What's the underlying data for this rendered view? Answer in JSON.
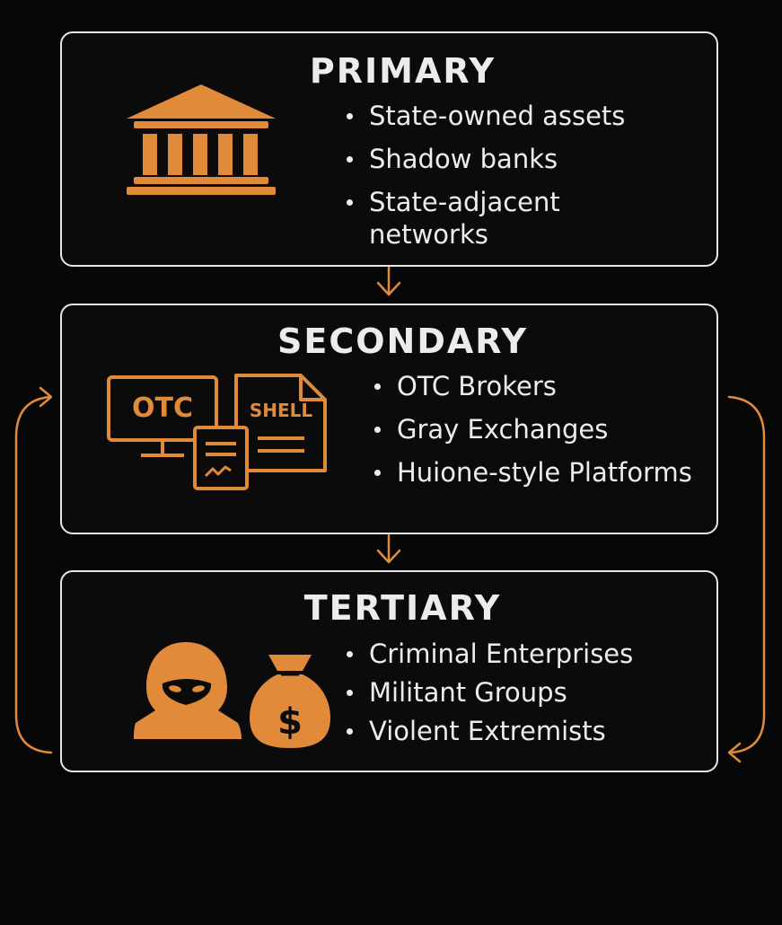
{
  "tiers": [
    {
      "title": "PRIMARY",
      "icon": "bank-building-icon",
      "items": [
        "State-owned assets",
        "Shadow banks",
        "State-adjacent networks"
      ]
    },
    {
      "title": "SECONDARY",
      "icon": "otc-shell-documents-icon",
      "icon_labels": {
        "monitor": "OTC",
        "document": "SHELL"
      },
      "items": [
        "OTC Brokers",
        "Gray Exchanges",
        "Huione-style Platforms"
      ]
    },
    {
      "title": "TERTIARY",
      "icon": "criminal-money-bag-icon",
      "icon_labels": {
        "money_bag": "$"
      },
      "items": [
        "Criminal Enterprises",
        "Militant Groups",
        "Violent Extremists"
      ]
    }
  ],
  "colors": {
    "accent": "#e08a3a",
    "text": "#ececec",
    "border": "#e6e6e6",
    "background": "#070707"
  }
}
